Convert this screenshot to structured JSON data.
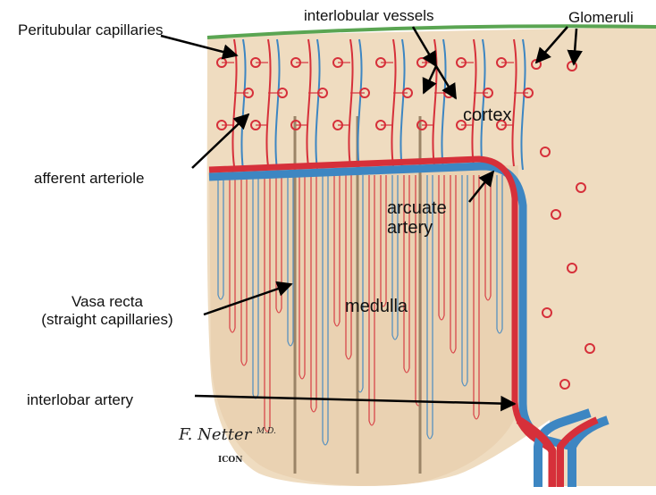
{
  "labels": {
    "peritubular": "Peritubular capillaries",
    "interlobular": "interlobular vessels",
    "glomeruli": "Glomeruli",
    "cortex": "cortex",
    "afferent": "afferent arteriole",
    "arcuate_line1": "arcuate",
    "arcuate_line2": "artery",
    "vasa_line1": "Vasa recta",
    "vasa_line2": "(straight capillaries)",
    "medulla": "medulla",
    "interlobar": "interlobar artery"
  },
  "signature": {
    "name": "F. Netter",
    "suffix": "M.D.",
    "mark": "ICON"
  },
  "colors": {
    "tissue": "#efdcc0",
    "artery": "#d6303a",
    "vein": "#3d86c2",
    "tubule": "#9b8467",
    "capsule": "#5aa552",
    "arrow": "#000000"
  }
}
